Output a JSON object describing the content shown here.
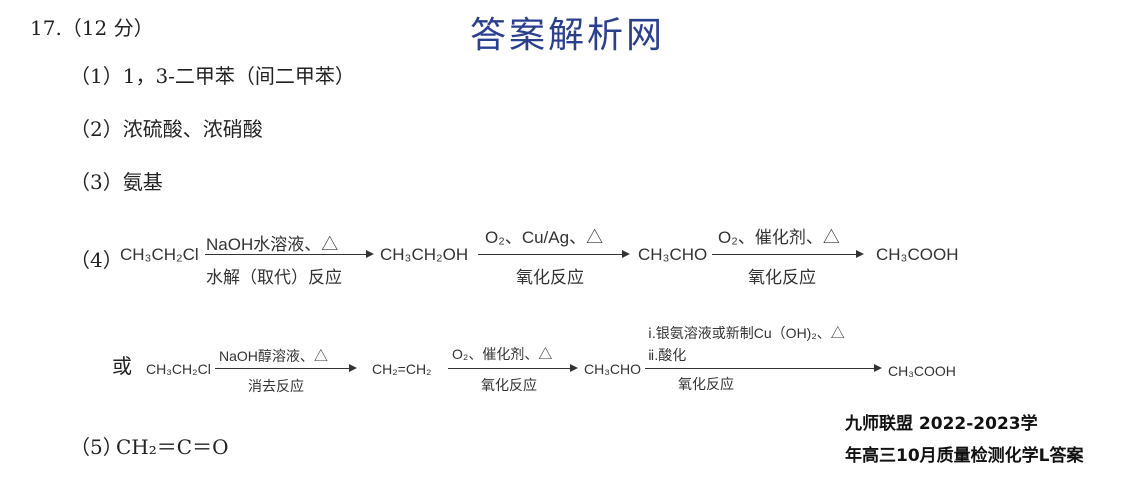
{
  "header": {
    "question_number": "17.（12 分）",
    "watermark": "答案解析网"
  },
  "answers": {
    "a1": "（1）1，3-二甲苯（间二甲苯）",
    "a2": "（2）浓硫酸、浓硝酸",
    "a3": "（3）氨基",
    "a4_label": "（4）",
    "a5_label": "（5）",
    "a5_formula": "CH₂＝C＝O"
  },
  "route1": {
    "s1": "CH₃CH₂Cl",
    "s2": "CH₃CH₂OH",
    "s3": "CH₃CHO",
    "s4": "CH₃COOH",
    "c1_top": "NaOH水溶液、△",
    "c1_bottom": "水解（取代）反应",
    "c2_top": "O₂、Cu/Ag、△",
    "c2_bottom": "氧化反应",
    "c3_top": "O₂、催化剂、△",
    "c3_bottom": "氧化反应"
  },
  "route2": {
    "prefix": "或",
    "s1": "CH₃CH₂Cl",
    "s2": "CH₂=CH₂",
    "s3": "CH₃CHO",
    "s4": "CH₃COOH",
    "c1_top": "NaOH醇溶液、△",
    "c1_bottom": "消去反应",
    "c2_top": "O₂、催化剂、△",
    "c2_bottom": "氧化反应",
    "c3_top1": "ⅰ.银氨溶液或新制Cu（OH)₂、△",
    "c3_top2": "ⅱ.酸化",
    "c3_bottom": "氧化反应"
  },
  "footer": {
    "line1": "九师联盟 2022-2023学",
    "line2": "年高三10月质量检测化学L答案"
  }
}
